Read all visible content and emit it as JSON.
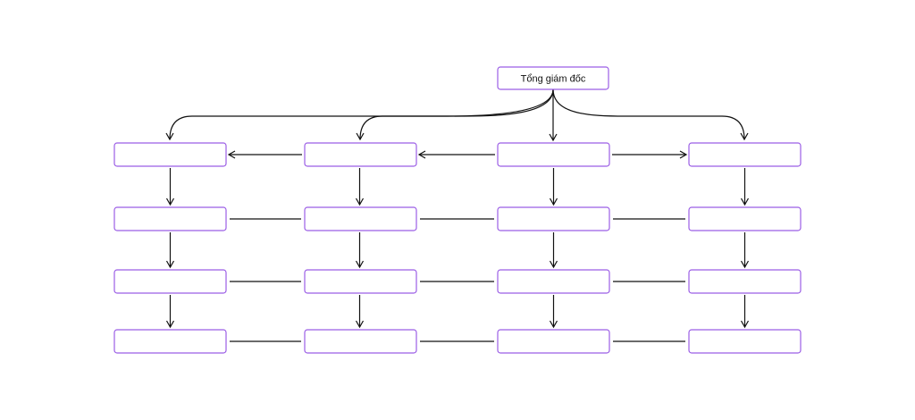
{
  "diagram": {
    "colors": {
      "node_border": "#9b5de5",
      "node_fill": "#ffffff",
      "edge": "#111111"
    },
    "root": {
      "id": "ceo",
      "label": "Tổng giám đốc"
    },
    "columns": [
      {
        "id": "c1",
        "rows": [
          "",
          "",
          "",
          ""
        ]
      },
      {
        "id": "c2",
        "rows": [
          "",
          "",
          "",
          ""
        ]
      },
      {
        "id": "c3",
        "rows": [
          "",
          "",
          "",
          ""
        ]
      },
      {
        "id": "c4",
        "rows": [
          "",
          "",
          "",
          ""
        ]
      }
    ]
  }
}
